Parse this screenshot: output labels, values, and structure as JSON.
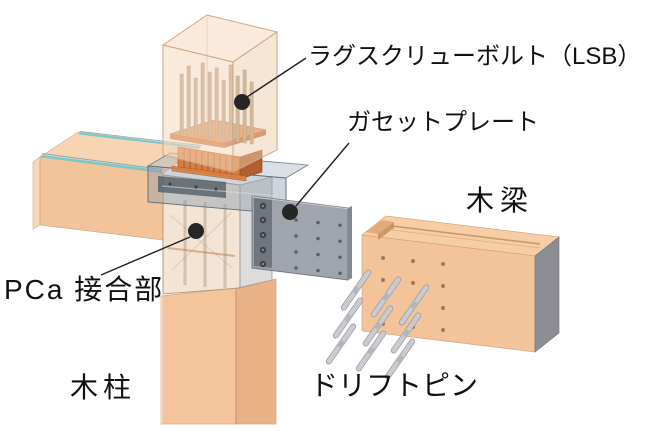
{
  "diagram": {
    "background": "#ffffff",
    "labels": {
      "lsb": "ラグスクリューボルト（LSB）",
      "gusset_plate": "ガセットプレート",
      "wood_beam": "木梁",
      "pca_joint": "PCa 接合部",
      "wood_column": "木柱",
      "drift_pin": "ドリフトピン"
    },
    "colors": {
      "wood_front": "#f3c49a",
      "wood_top": "#f8d5b2",
      "wood_side": "#eab287",
      "beam_end_gray": "#8d8e93",
      "ghost_wood": "#f6d9bf",
      "steel_plate": "#a0a4ac",
      "steel_dark": "#46525e",
      "drift_pin": "#c9cbd0",
      "copper_block": "#d8813f",
      "kerf_teal": "#74cbd1",
      "marker_dot": "#262626",
      "leader_line": "#1f1f1f"
    }
  }
}
